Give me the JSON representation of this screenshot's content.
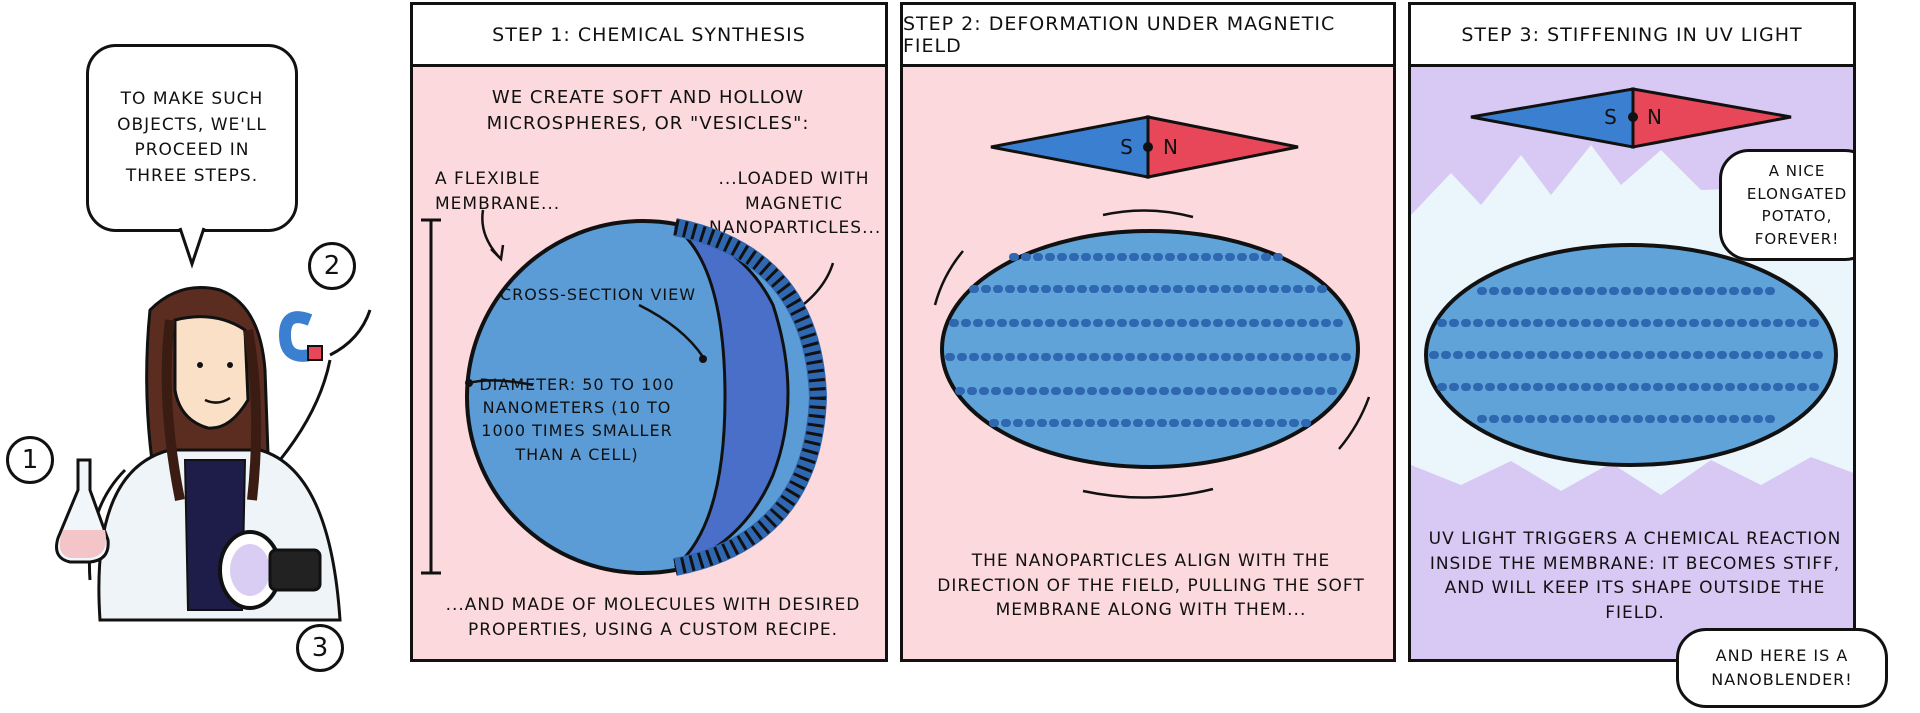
{
  "intro": {
    "speech": "To make such objects, we'll proceed in three steps.",
    "step_numbers": [
      "1",
      "2",
      "3"
    ]
  },
  "panels": [
    {
      "title": "Step 1: Chemical synthesis",
      "intro": "We create soft and hollow microspheres, or \"vesicles\":",
      "label_membrane": "A flexible membrane...",
      "label_nanoparticles": "...loaded with magnetic nanoparticles...",
      "label_cross_section": "Cross-section view",
      "label_diameter": "Diameter: 50 to 100 nanometers (10 to 1000 times smaller than a cell)",
      "caption": "...and made of molecules with desired properties, using a custom recipe."
    },
    {
      "title": "Step 2: Deformation under magnetic field",
      "magnet_s": "S",
      "magnet_n": "N",
      "caption": "The nanoparticles align with the direction of the field, pulling the soft membrane along with them..."
    },
    {
      "title": "Step 3: Stiffening in UV light",
      "magnet_s": "S",
      "magnet_n": "N",
      "speech": "A nice elongated potato, forever!",
      "caption": "UV light triggers a chemical reaction inside the membrane: it becomes stiff, and will keep its shape outside the field.",
      "closing": "And here is a nanoblender!"
    }
  ],
  "colors": {
    "panel_pink": "#fbd9dc",
    "panel_purple": "#d7c8f4",
    "sphere_blue": "#5b9bd6",
    "membrane_dark": "#2f67b0",
    "magnet_blue": "#3b7fd0",
    "magnet_red": "#e8475a",
    "uv_glow": "#eaf6fb"
  }
}
